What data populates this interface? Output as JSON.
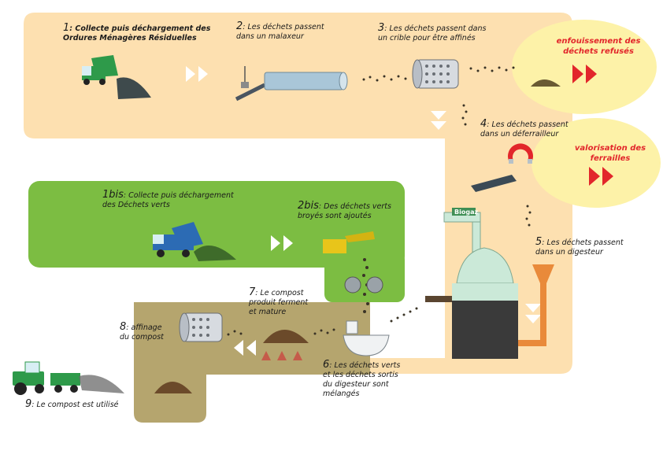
{
  "colors": {
    "peach_band": "#fde0b0",
    "green_panel": "#7cbd42",
    "khaki_panel": "#b5a56e",
    "yellow_ellipse": "#fdf2a8",
    "red_accent": "#e2262b",
    "white_arrow": "#ffffff"
  },
  "steps": {
    "s1": {
      "num": "1",
      "text_a": ": Collecte puis déchargement des",
      "text_b": "Ordures Ménagères Résiduelles"
    },
    "s2": {
      "num": "2",
      "text_a": ": Les déchets passent",
      "text_b": "dans un malaxeur"
    },
    "s3": {
      "num": "3",
      "text_a": ": Les déchets passent dans",
      "text_b": "un crible pour être affinés"
    },
    "s4": {
      "num": "4",
      "text_a": ": Les déchets passent",
      "text_b": "dans un déferrailleur"
    },
    "s5": {
      "num": "5",
      "text_a": ": Les déchets passent",
      "text_b": "dans un digesteur"
    },
    "s6": {
      "num": "6",
      "text_a": ": Les déchets verts",
      "text_b": "et les déchets sortis",
      "text_c": "du digesteur sont",
      "text_d": "mélangés"
    },
    "s7": {
      "num": "7",
      "text_a": ": Le compost",
      "text_b": "produit ferment",
      "text_c": "et mature"
    },
    "s8": {
      "num": "8",
      "text_a": ": affinage",
      "text_b": "du compost"
    },
    "s9": {
      "num": "9",
      "text_a": ": Le compost est utilisé"
    },
    "s1bis": {
      "num": "1bis",
      "text_a": ": Collecte puis déchargement",
      "text_b": "des Déchets verts"
    },
    "s2bis": {
      "num": "2bis",
      "text_a": ": Des déchets verts",
      "text_b": "broyés sont ajoutés"
    }
  },
  "outcomes": {
    "landfill": {
      "line_a": "enfouissement des",
      "line_b": "déchets refusés"
    },
    "metals": {
      "line_a": "valorisation des",
      "line_b": "ferrailles"
    }
  },
  "tags": {
    "biogas": "Biogaz"
  },
  "icons": [
    "garbage-truck-icon",
    "mixer-icon",
    "screen-drum-icon",
    "magnet-icon",
    "digester-icon",
    "green-truck-icon",
    "shredder-icon",
    "mixing-bowl-icon",
    "compost-pile-icon",
    "tractor-icon",
    "double-arrow-icon"
  ]
}
